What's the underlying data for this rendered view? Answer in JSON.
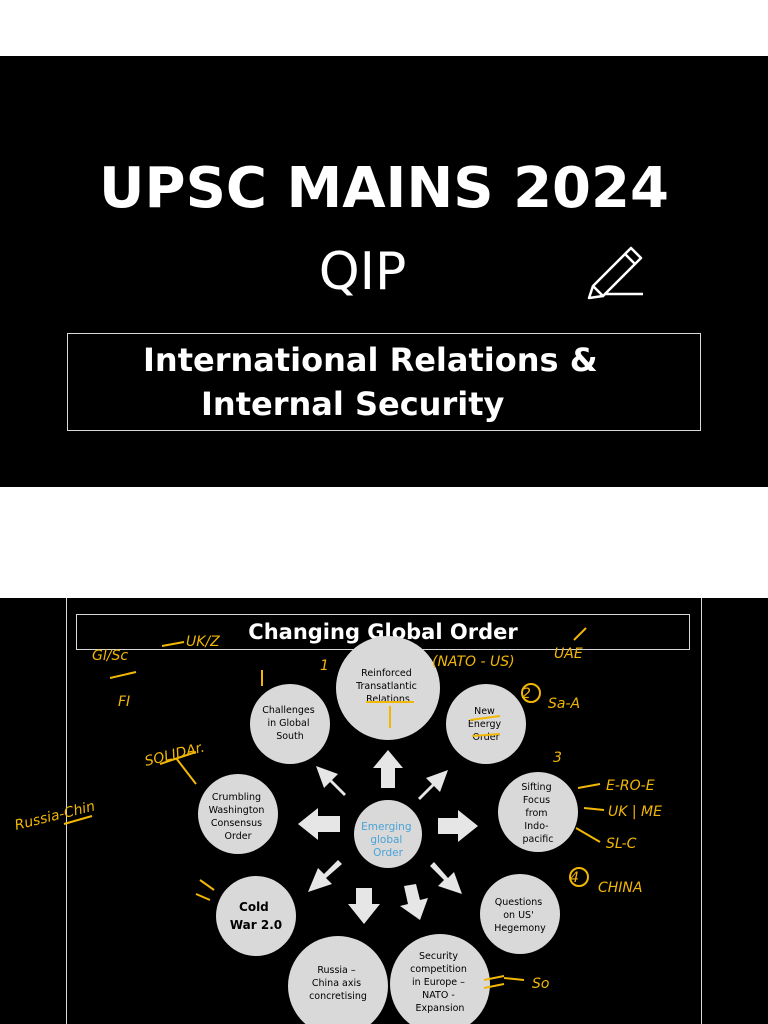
{
  "slide1": {
    "title": "UPSC MAINS 2024",
    "subtitle": "QIP",
    "box_line1": "International Relations &",
    "box_line2": "Internal Security"
  },
  "slide2": {
    "title": "Changing Global Order",
    "center": [
      "Emerging",
      "global",
      "Order"
    ],
    "nodes": {
      "transatlantic": [
        "Reinforced",
        "Transatlantic",
        "Relations"
      ],
      "energy": [
        "New",
        "Energy",
        "Order"
      ],
      "indo": [
        "Sifting",
        "Focus",
        "from",
        "Indo-",
        "pacific"
      ],
      "hegemony": [
        "Questions",
        "on US'",
        "Hegemony"
      ],
      "security": [
        "Security",
        "competition",
        "in Europe –",
        "NATO -",
        "Expansion"
      ],
      "russia": [
        "Russia –",
        "China axis",
        "concretising"
      ],
      "coldwar": [
        "Cold",
        "War 2.0"
      ],
      "washington": [
        "Crumbling",
        "Washington",
        "Consensus",
        "Order"
      ],
      "south": [
        "Challenges",
        "in Global",
        "South"
      ]
    },
    "annotations": {
      "nato_us": "(NATO - US)",
      "gl_sc": "Gl/Sc",
      "uk_z": "UK/Z",
      "fi": "FI",
      "solidarity": "SOLIDAr.",
      "russia_china": "Russia-Chin",
      "uae": "UAE",
      "saudi": "Sa-A",
      "europe": "E-RO-E",
      "uk_me": "UK | ME",
      "sl_c": "SL-C",
      "china": "CHINA",
      "num2": "2",
      "num3": "3",
      "num4": "4",
      "num1": "1",
      "so": "So"
    },
    "colors": {
      "node_fill": "#d9d9d9",
      "center_text": "#4aa3d8",
      "arrow_fill": "#e6e6e6",
      "ink": "#f2b705"
    }
  }
}
